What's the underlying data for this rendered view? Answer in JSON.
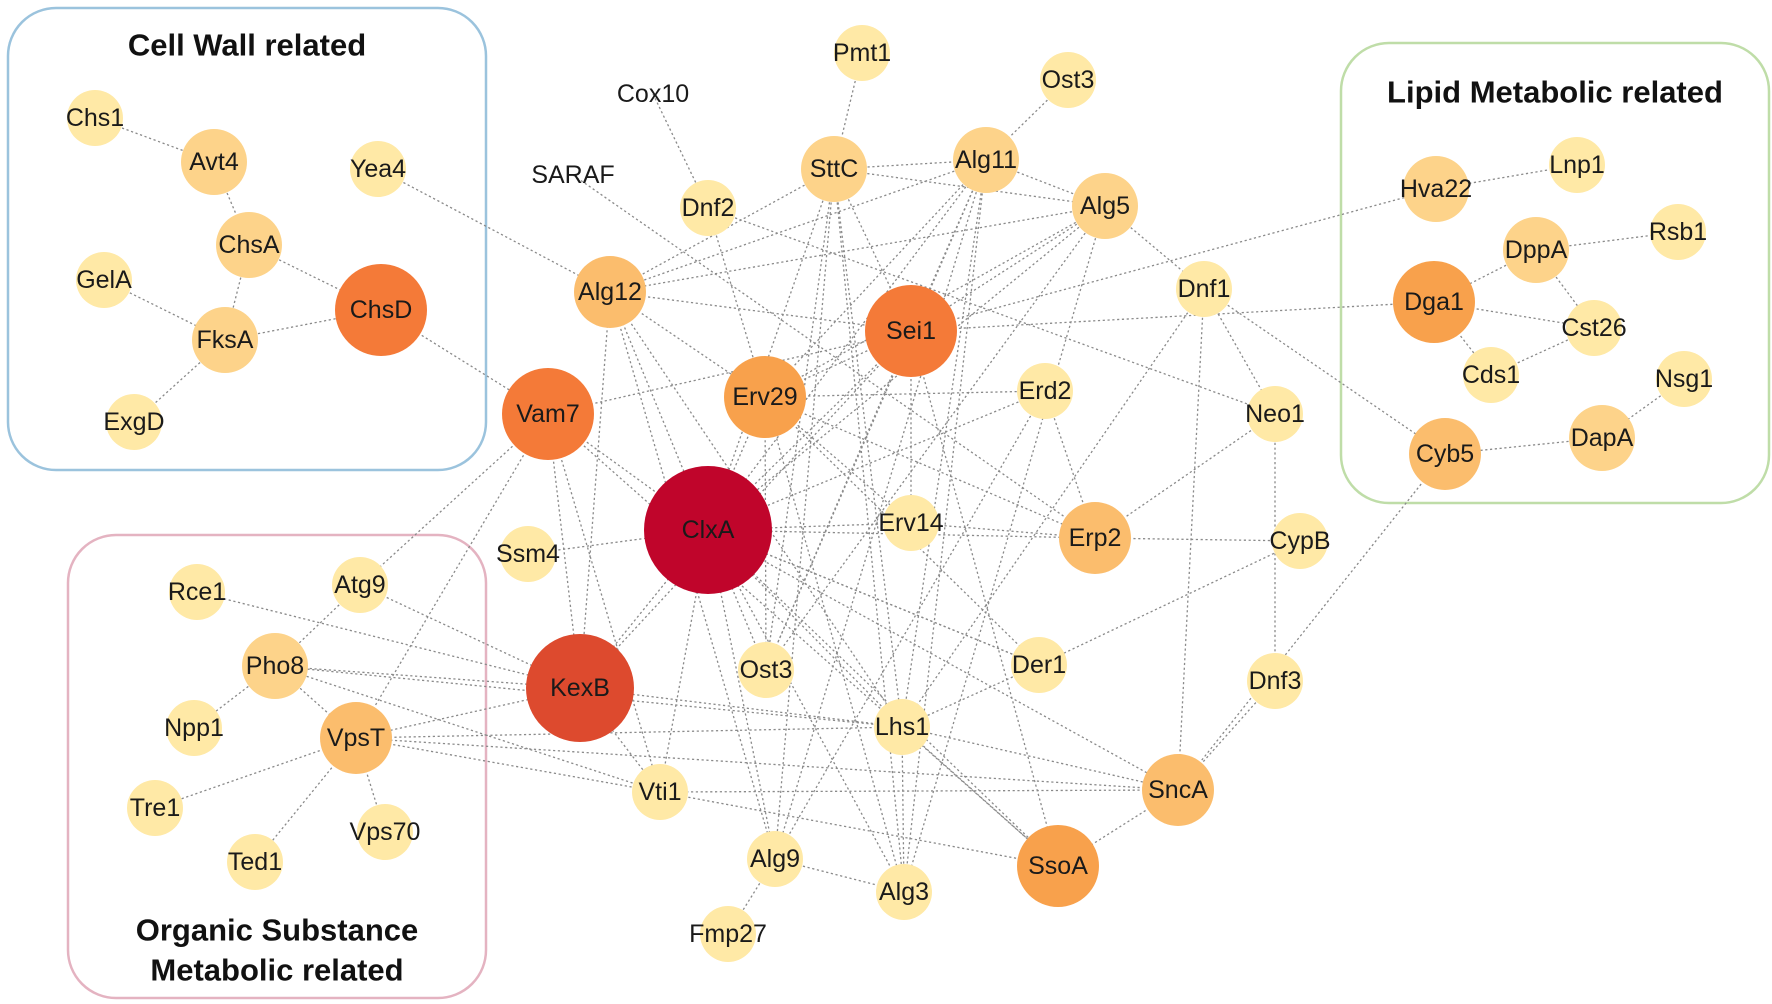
{
  "palette": {
    "lvl1": "#FFE9A6",
    "lvl2": "#FDD38A",
    "lvl3": "#FBBD6D",
    "lvl4": "#F8A14C",
    "lvl5": "#F47A38",
    "lvl6": "#DD4A2E",
    "lvl7": "#C0052B",
    "box_cell_wall": "#9BC3DD",
    "box_lipid": "#BFDDA8",
    "box_organic": "#E4B3C1"
  },
  "groups": [
    {
      "id": "cell_wall",
      "lines": [
        "Cell Wall related"
      ],
      "color_key": "box_cell_wall"
    },
    {
      "id": "lipid",
      "lines": [
        "Lipid Metabolic related"
      ],
      "color_key": "box_lipid"
    },
    {
      "id": "organic",
      "lines": [
        "Organic Substance",
        "Metabolic related"
      ],
      "color_key": "box_organic"
    }
  ],
  "nodes": [
    {
      "id": "Chs1",
      "label": "Chs1",
      "level": 1
    },
    {
      "id": "Avt4",
      "label": "Avt4",
      "level": 2
    },
    {
      "id": "Yea4",
      "label": "Yea4",
      "level": 1
    },
    {
      "id": "ChsA",
      "label": "ChsA",
      "level": 2
    },
    {
      "id": "GelA",
      "label": "GelA",
      "level": 1
    },
    {
      "id": "FksA",
      "label": "FksA",
      "level": 2
    },
    {
      "id": "ChsD",
      "label": "ChsD",
      "level": 5
    },
    {
      "id": "ExgD",
      "label": "ExgD",
      "level": 1
    },
    {
      "id": "Cox10",
      "label": "Cox10",
      "level": 1
    },
    {
      "id": "Pmt1",
      "label": "Pmt1",
      "level": 1
    },
    {
      "id": "Ost3a",
      "label": "Ost3",
      "level": 1
    },
    {
      "id": "SARAF",
      "label": "SARAF",
      "level": 1
    },
    {
      "id": "Dnf2",
      "label": "Dnf2",
      "level": 1
    },
    {
      "id": "SttC",
      "label": "SttC",
      "level": 2
    },
    {
      "id": "Alg11",
      "label": "Alg11",
      "level": 2
    },
    {
      "id": "Alg5",
      "label": "Alg5",
      "level": 2
    },
    {
      "id": "Alg12",
      "label": "Alg12",
      "level": 3
    },
    {
      "id": "Sei1",
      "label": "Sei1",
      "level": 5
    },
    {
      "id": "Dnf1",
      "label": "Dnf1",
      "level": 1
    },
    {
      "id": "Vam7",
      "label": "Vam7",
      "level": 5
    },
    {
      "id": "Erv29",
      "label": "Erv29",
      "level": 4
    },
    {
      "id": "Erd2",
      "label": "Erd2",
      "level": 1
    },
    {
      "id": "Neo1",
      "label": "Neo1",
      "level": 1
    },
    {
      "id": "ClxA",
      "label": "ClxA",
      "level": 7
    },
    {
      "id": "Erv14",
      "label": "Erv14",
      "level": 1
    },
    {
      "id": "Erp2",
      "label": "Erp2",
      "level": 3
    },
    {
      "id": "CypB",
      "label": "CypB",
      "level": 1
    },
    {
      "id": "Ssm4",
      "label": "Ssm4",
      "level": 1
    },
    {
      "id": "KexB",
      "label": "KexB",
      "level": 6
    },
    {
      "id": "Ost3b",
      "label": "Ost3",
      "level": 1
    },
    {
      "id": "Der1",
      "label": "Der1",
      "level": 1
    },
    {
      "id": "Dnf3",
      "label": "Dnf3",
      "level": 1
    },
    {
      "id": "Lhs1",
      "label": "Lhs1",
      "level": 1
    },
    {
      "id": "SncA",
      "label": "SncA",
      "level": 3
    },
    {
      "id": "Vti1",
      "label": "Vti1",
      "level": 1
    },
    {
      "id": "Alg9",
      "label": "Alg9",
      "level": 1
    },
    {
      "id": "Alg3",
      "label": "Alg3",
      "level": 1
    },
    {
      "id": "SsoA",
      "label": "SsoA",
      "level": 4
    },
    {
      "id": "Fmp27",
      "label": "Fmp27",
      "level": 1
    },
    {
      "id": "Hva22",
      "label": "Hva22",
      "level": 2
    },
    {
      "id": "Lnp1",
      "label": "Lnp1",
      "level": 1
    },
    {
      "id": "DppA",
      "label": "DppA",
      "level": 2
    },
    {
      "id": "Rsb1",
      "label": "Rsb1",
      "level": 1
    },
    {
      "id": "Dga1",
      "label": "Dga1",
      "level": 4
    },
    {
      "id": "Cst26",
      "label": "Cst26",
      "level": 1
    },
    {
      "id": "Cds1",
      "label": "Cds1",
      "level": 1
    },
    {
      "id": "Nsg1",
      "label": "Nsg1",
      "level": 1
    },
    {
      "id": "DapA",
      "label": "DapA",
      "level": 2
    },
    {
      "id": "Cyb5",
      "label": "Cyb5",
      "level": 3
    },
    {
      "id": "Rce1",
      "label": "Rce1",
      "level": 1
    },
    {
      "id": "Atg9",
      "label": "Atg9",
      "level": 1
    },
    {
      "id": "Pho8",
      "label": "Pho8",
      "level": 2
    },
    {
      "id": "Npp1",
      "label": "Npp1",
      "level": 1
    },
    {
      "id": "VpsT",
      "label": "VpsT",
      "level": 3
    },
    {
      "id": "Tre1",
      "label": "Tre1",
      "level": 1
    },
    {
      "id": "Vps70",
      "label": "Vps70",
      "level": 1
    },
    {
      "id": "Ted1",
      "label": "Ted1",
      "level": 1
    }
  ],
  "edges": [
    [
      "Chs1",
      "Avt4"
    ],
    [
      "Avt4",
      "ChsA"
    ],
    [
      "ChsA",
      "FksA"
    ],
    [
      "ChsA",
      "ChsD"
    ],
    [
      "GelA",
      "FksA"
    ],
    [
      "FksA",
      "ChsD"
    ],
    [
      "FksA",
      "ExgD"
    ],
    [
      "ChsD",
      "Vam7"
    ],
    [
      "Yea4",
      "Alg12"
    ],
    [
      "Pmt1",
      "SttC"
    ],
    [
      "Ost3a",
      "Alg11"
    ],
    [
      "Cox10",
      "Dnf2"
    ],
    [
      "Dnf2",
      "Erv29"
    ],
    [
      "Dnf2",
      "Neo1"
    ],
    [
      "SttC",
      "Alg11"
    ],
    [
      "SttC",
      "Alg5"
    ],
    [
      "SttC",
      "Alg12"
    ],
    [
      "SttC",
      "Sei1"
    ],
    [
      "SttC",
      "ClxA"
    ],
    [
      "SttC",
      "Ost3b"
    ],
    [
      "SttC",
      "Lhs1"
    ],
    [
      "SttC",
      "Alg9"
    ],
    [
      "SttC",
      "Alg3"
    ],
    [
      "Alg11",
      "Alg5"
    ],
    [
      "Alg11",
      "Alg12"
    ],
    [
      "Alg11",
      "Sei1"
    ],
    [
      "Alg11",
      "ClxA"
    ],
    [
      "Alg11",
      "Ost3b"
    ],
    [
      "Alg11",
      "Alg9"
    ],
    [
      "Alg11",
      "Alg3"
    ],
    [
      "Alg11",
      "Lhs1"
    ],
    [
      "Alg11",
      "Erv29"
    ],
    [
      "Alg5",
      "Alg12"
    ],
    [
      "Alg5",
      "Dnf1"
    ],
    [
      "Alg5",
      "ClxA"
    ],
    [
      "Alg5",
      "Alg3"
    ],
    [
      "Alg5",
      "Ost3b"
    ],
    [
      "Alg5",
      "Erv29"
    ],
    [
      "Alg5",
      "Sei1"
    ],
    [
      "Alg12",
      "Sei1"
    ],
    [
      "Alg12",
      "ClxA"
    ],
    [
      "Alg12",
      "KexB"
    ],
    [
      "Alg12",
      "Alg9"
    ],
    [
      "Alg12",
      "Erv29"
    ],
    [
      "Alg12",
      "Lhs1"
    ],
    [
      "SARAF",
      "Erp2"
    ],
    [
      "Sei1",
      "Hva22"
    ],
    [
      "Sei1",
      "Dga1"
    ],
    [
      "Sei1",
      "ClxA"
    ],
    [
      "Sei1",
      "Erv29"
    ],
    [
      "Sei1",
      "KexB"
    ],
    [
      "Sei1",
      "Vam7"
    ],
    [
      "Sei1",
      "SsoA"
    ],
    [
      "Sei1",
      "Ost3b"
    ],
    [
      "Sei1",
      "Erv14"
    ],
    [
      "Vam7",
      "ClxA"
    ],
    [
      "Vam7",
      "KexB"
    ],
    [
      "Vam7",
      "Atg9"
    ],
    [
      "Vam7",
      "VpsT"
    ],
    [
      "Vam7",
      "Vti1"
    ],
    [
      "Vam7",
      "SsoA"
    ],
    [
      "Erv29",
      "Erd2"
    ],
    [
      "Erv29",
      "Erp2"
    ],
    [
      "Erv29",
      "ClxA"
    ],
    [
      "Erv29",
      "Der1"
    ],
    [
      "Erv29",
      "Erv14"
    ],
    [
      "Erv29",
      "Ost3b"
    ],
    [
      "Erv29",
      "Alg3"
    ],
    [
      "Erd2",
      "Erp2"
    ],
    [
      "Erd2",
      "Alg9"
    ],
    [
      "Erd2",
      "ClxA"
    ],
    [
      "ClxA",
      "Erv14"
    ],
    [
      "ClxA",
      "Erp2"
    ],
    [
      "ClxA",
      "KexB"
    ],
    [
      "ClxA",
      "Ssm4"
    ],
    [
      "ClxA",
      "Der1"
    ],
    [
      "ClxA",
      "Lhs1"
    ],
    [
      "ClxA",
      "Vti1"
    ],
    [
      "ClxA",
      "SncA"
    ],
    [
      "ClxA",
      "SsoA"
    ],
    [
      "ClxA",
      "Alg3"
    ],
    [
      "ClxA",
      "Alg9"
    ],
    [
      "ClxA",
      "Ost3b"
    ],
    [
      "Erp2",
      "CypB"
    ],
    [
      "Erp2",
      "Neo1"
    ],
    [
      "Erp2",
      "Erv14"
    ],
    [
      "Dnf1",
      "Neo1"
    ],
    [
      "Dnf1",
      "Cyb5"
    ],
    [
      "Dnf1",
      "SncA"
    ],
    [
      "Dnf1",
      "Lhs1"
    ],
    [
      "Neo1",
      "Dnf3"
    ],
    [
      "CypB",
      "Der1"
    ],
    [
      "Dnf3",
      "SncA"
    ],
    [
      "Cyb5",
      "SncA"
    ],
    [
      "KexB",
      "Lhs1"
    ],
    [
      "KexB",
      "Vti1"
    ],
    [
      "KexB",
      "VpsT"
    ],
    [
      "KexB",
      "Pho8"
    ],
    [
      "KexB",
      "Rce1"
    ],
    [
      "KexB",
      "Atg9"
    ],
    [
      "Der1",
      "Lhs1"
    ],
    [
      "Der1",
      "ClxA"
    ],
    [
      "Lhs1",
      "SncA"
    ],
    [
      "Lhs1",
      "SsoA"
    ],
    [
      "Lhs1",
      "Alg3"
    ],
    [
      "Lhs1",
      "Pho8"
    ],
    [
      "SncA",
      "SsoA"
    ],
    [
      "SncA",
      "VpsT"
    ],
    [
      "SncA",
      "Vti1"
    ],
    [
      "Vti1",
      "SsoA"
    ],
    [
      "Vti1",
      "VpsT"
    ],
    [
      "Vti1",
      "Pho8"
    ],
    [
      "Alg9",
      "Alg3"
    ],
    [
      "Alg9",
      "Fmp27"
    ],
    [
      "Hva22",
      "Lnp1"
    ],
    [
      "DppA",
      "Rsb1"
    ],
    [
      "DppA",
      "Dga1"
    ],
    [
      "DppA",
      "Cst26"
    ],
    [
      "Dga1",
      "Cst26"
    ],
    [
      "Dga1",
      "Cds1"
    ],
    [
      "Cst26",
      "Cds1"
    ],
    [
      "Nsg1",
      "DapA"
    ],
    [
      "DapA",
      "Cyb5"
    ],
    [
      "Atg9",
      "Pho8"
    ],
    [
      "Pho8",
      "Npp1"
    ],
    [
      "Pho8",
      "VpsT"
    ],
    [
      "VpsT",
      "Tre1"
    ],
    [
      "VpsT",
      "Vps70"
    ],
    [
      "VpsT",
      "Ted1"
    ],
    [
      "VpsT",
      "Lhs1"
    ]
  ]
}
